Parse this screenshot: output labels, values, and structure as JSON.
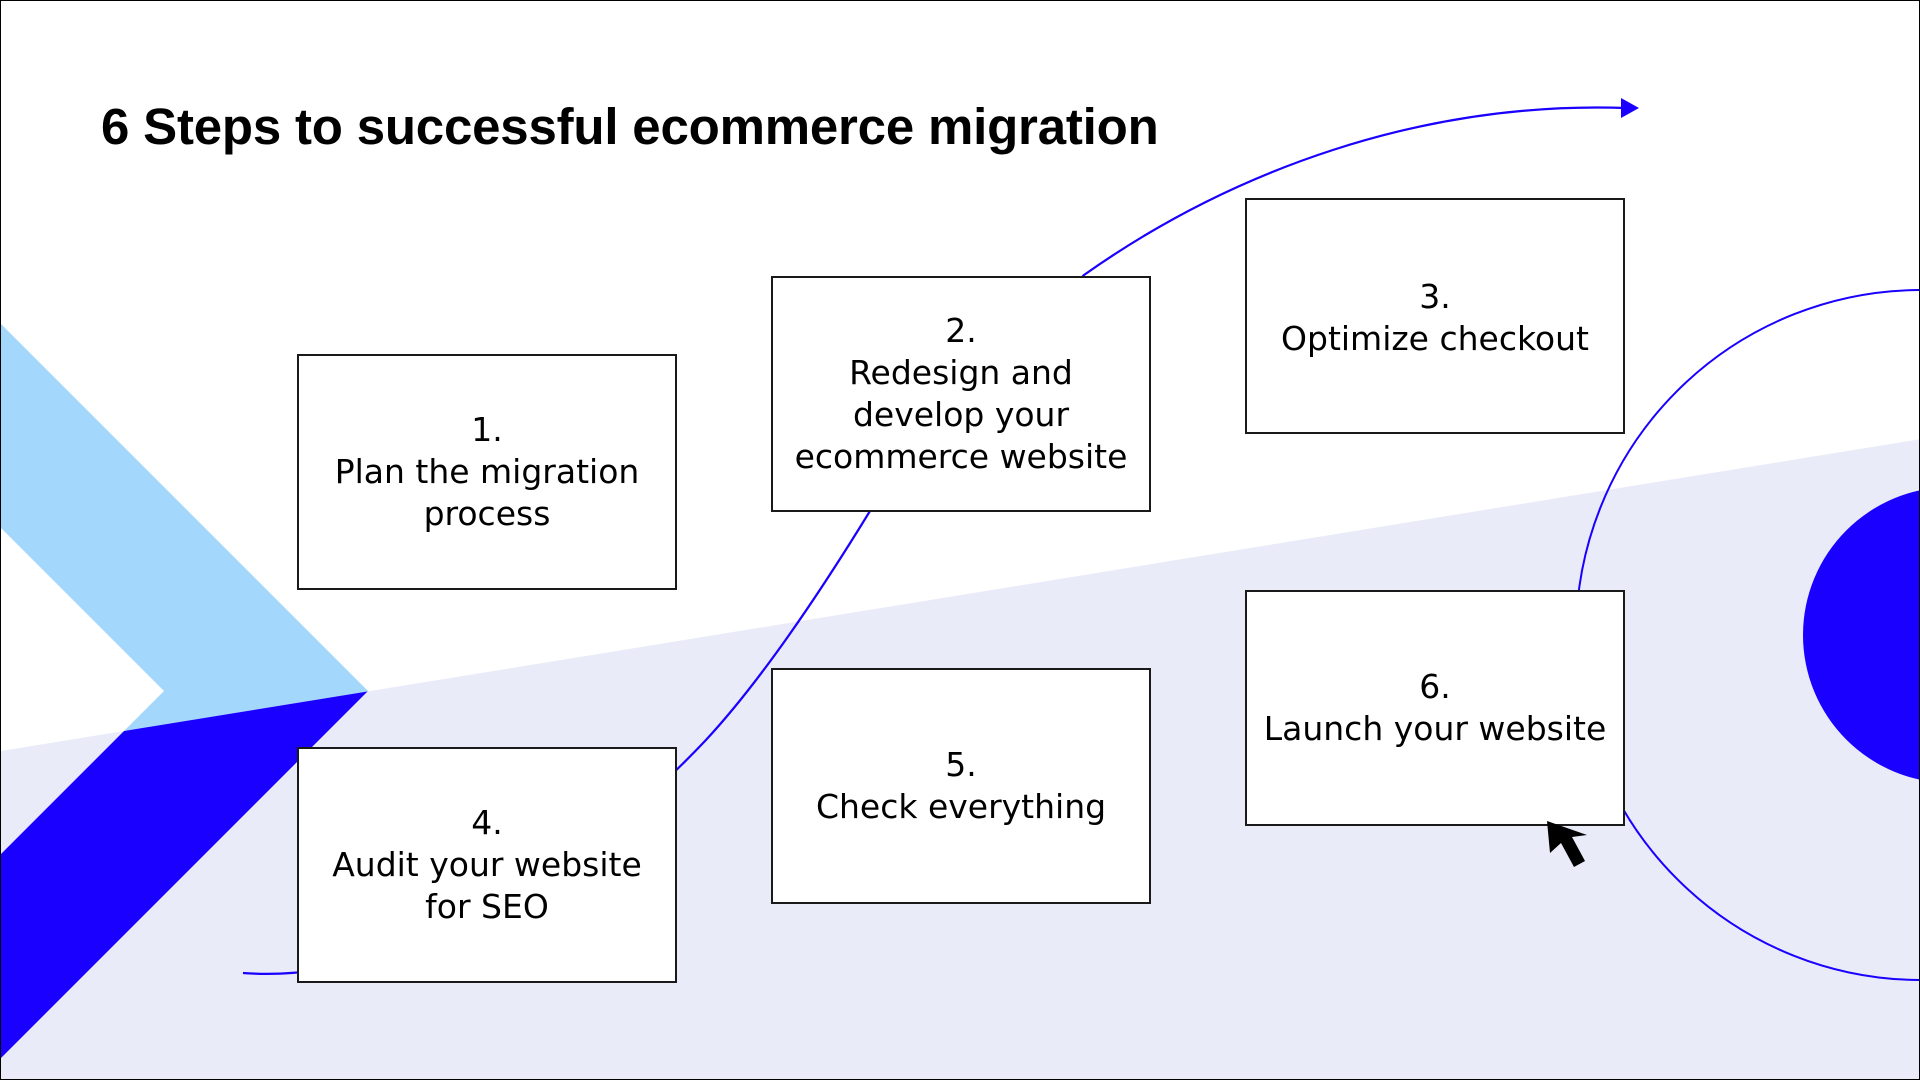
{
  "title": "6 Steps to successful ecommerce migration",
  "colors": {
    "accent_dark_blue": "#1a00ff",
    "accent_light_blue": "#a3d7fc",
    "band_lavender": "#e9ebf8",
    "box_border": "#1a1a1a",
    "text": "#000000"
  },
  "steps": [
    {
      "number": "1.",
      "label": "Plan the migration\nprocess"
    },
    {
      "number": "2.",
      "label": "Redesign and\ndevelop your\necommerce website"
    },
    {
      "number": "3.",
      "label": "Optimize checkout"
    },
    {
      "number": "4.",
      "label": "Audit your website\nfor SEO"
    },
    {
      "number": "5.",
      "label": "Check everything"
    },
    {
      "number": "6.",
      "label": "Launch your website"
    }
  ],
  "icons": {
    "arrow": "arrow-right-icon",
    "cursor": "mouse-pointer-icon"
  }
}
